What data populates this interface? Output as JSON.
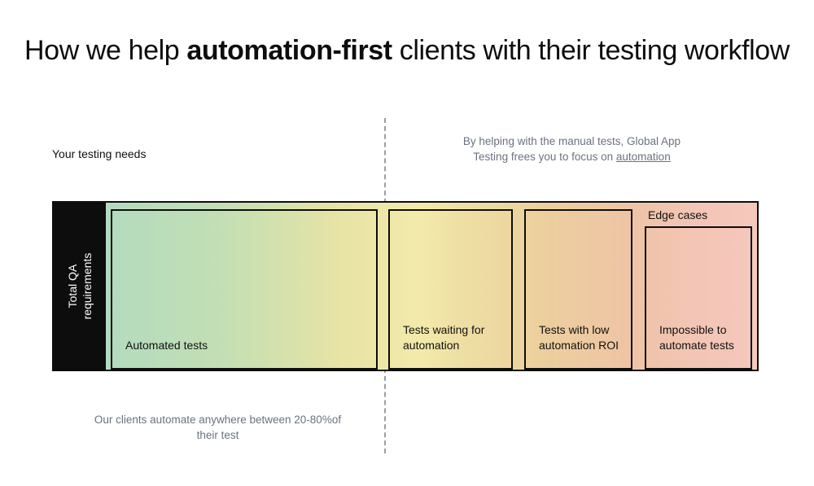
{
  "title": {
    "part_1": "How we help ",
    "emphasis": "automation-first",
    "part_2": " clients with their testing workflow"
  },
  "annotations": {
    "left_caption": "Your testing needs",
    "right_caption_line_1": "By helping with the manual tests, Global App",
    "right_caption_line_2_prefix": "Testing frees you to focus on ",
    "right_caption_link": "automation",
    "bottom_caption": "Our clients automate anywhere between\n20-80%of their test",
    "divider_icon": "dashed-vertical-divider"
  },
  "bar": {
    "axis_label": "Total QA\nrequirements",
    "group_label": "Edge cases",
    "cells": [
      {
        "label": "Automated tests"
      },
      {
        "label": "Tests waiting for\nautomation"
      },
      {
        "label": "Tests with low\nautomation ROI"
      },
      {
        "label": "Impossible to\nautomate tests"
      }
    ]
  },
  "colors": {
    "gradient_start": "#abd9c3",
    "gradient_mid": "#f3eaaa",
    "gradient_end": "#f4c8bb",
    "outline": "#0d0d0d",
    "axis_block": "#0d0d0d",
    "muted_text": "#6b7280",
    "body_text": "#111111"
  }
}
